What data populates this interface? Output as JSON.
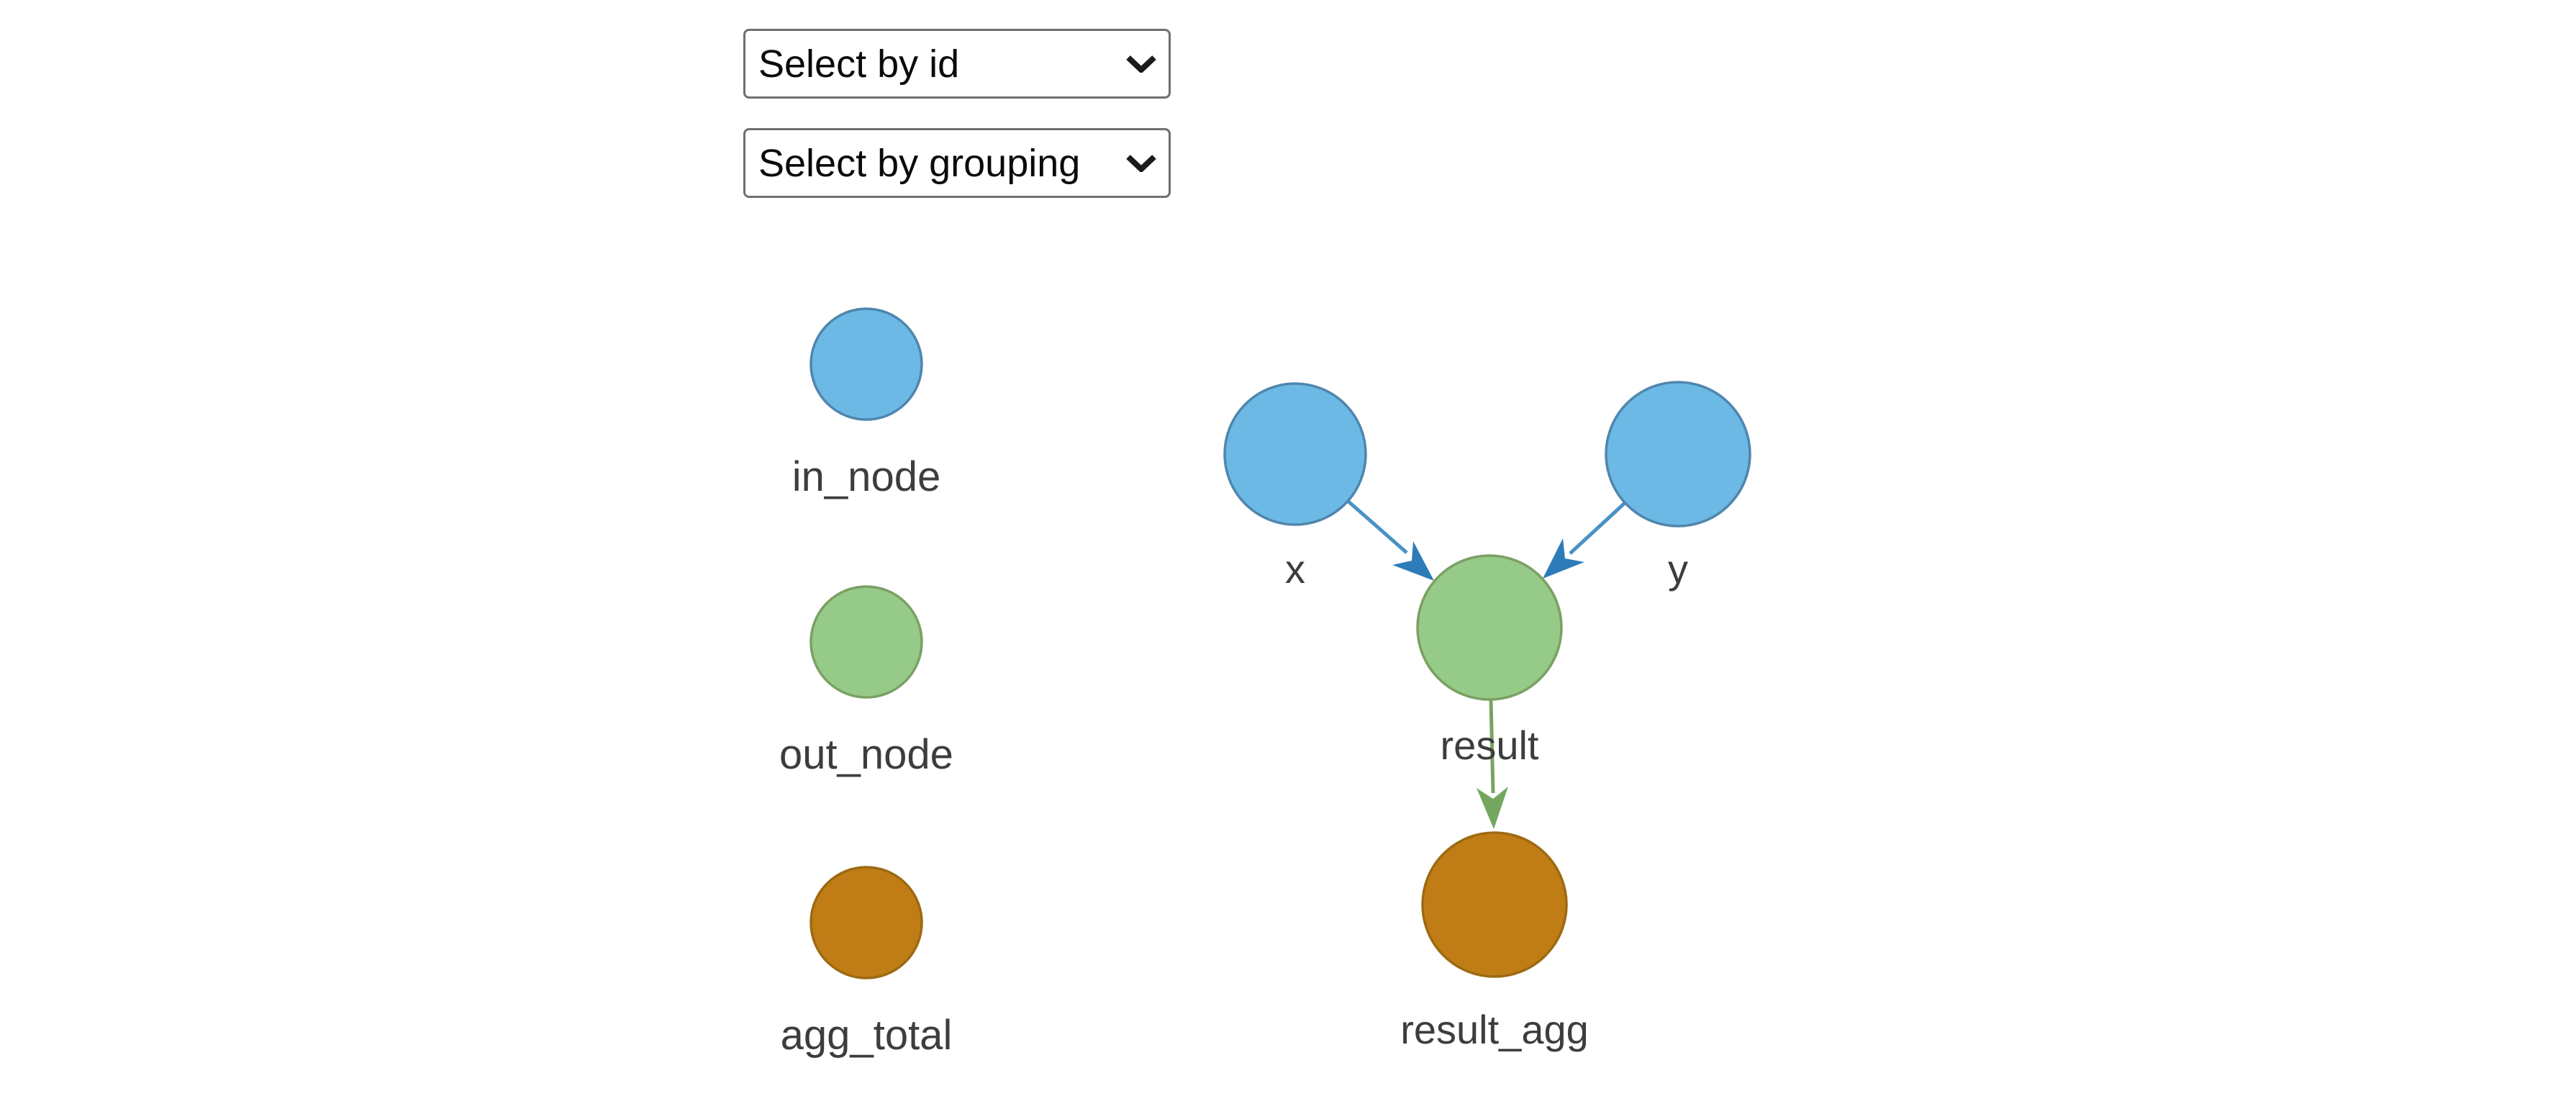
{
  "app": {
    "background": "#ffffff"
  },
  "controls": {
    "select_by_id": {
      "value": "Select by id"
    },
    "select_by_grouping": {
      "value": "Select by grouping"
    }
  },
  "legend": {
    "items": [
      {
        "label": "in_node",
        "color": "#6cb9e6",
        "border": "#4f86ad"
      },
      {
        "label": "out_node",
        "color": "#95ca89",
        "border": "#7ba064"
      },
      {
        "label": "agg_total",
        "color": "#c07d15",
        "border": "#9c6a12"
      }
    ]
  },
  "graph": {
    "nodes": [
      {
        "id": "x",
        "label": "x",
        "group": "in_node",
        "color": "#6cb9e6",
        "border": "#4f86ad"
      },
      {
        "id": "y",
        "label": "y",
        "group": "in_node",
        "color": "#6cb9e6",
        "border": "#4f86ad"
      },
      {
        "id": "result",
        "label": "result",
        "group": "out_node",
        "color": "#95ca89",
        "border": "#7ba064"
      },
      {
        "id": "result_agg",
        "label": "result_agg",
        "group": "agg_total",
        "color": "#c07d15",
        "border": "#9c6a12"
      }
    ],
    "edges": [
      {
        "from": "x",
        "to": "result",
        "color": "#4a91c5",
        "arrow_color": "#2d7cb9"
      },
      {
        "from": "y",
        "to": "result",
        "color": "#4a91c5",
        "arrow_color": "#2d7cb9"
      },
      {
        "from": "result",
        "to": "result_agg",
        "color": "#7ba263",
        "arrow_color": "#74a75e"
      }
    ]
  }
}
